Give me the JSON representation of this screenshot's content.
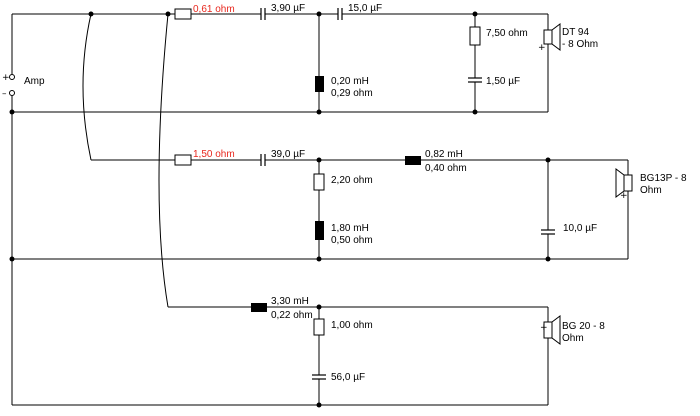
{
  "colors": {
    "wire": "#000000",
    "attenuator_label": "#e8281e",
    "inductor_fill": "#000000",
    "resistor_fill": "#ffffff"
  },
  "amp": {
    "label": "Amp",
    "plus": "+",
    "minus": "–"
  },
  "top_branch": {
    "series_resistor": "0,61 ohm",
    "series_cap_1": "3,90 µF",
    "series_cap_2": "15,0 µF",
    "shunt_inductor": [
      "0,20 mH",
      "0,29 ohm"
    ],
    "notch_resistor": "7,50 ohm",
    "notch_cap": "1,50 µF",
    "speaker": [
      "DT 94",
      "- 8 Ohm"
    ]
  },
  "mid_branch": {
    "series_resistor": "1,50 ohm",
    "series_cap": "39,0 µF",
    "series_inductor": [
      "0,82 mH",
      "0,40 ohm"
    ],
    "shunt_resistor": "2,20 ohm",
    "shunt_inductor": [
      "1,80 mH",
      "0,50 ohm"
    ],
    "shunt_cap": "10,0 µF",
    "speaker": [
      "BG13P - 8",
      "Ohm"
    ]
  },
  "bottom_branch": {
    "series_inductor": [
      "3,30 mH",
      "0,22 ohm"
    ],
    "shunt_resistor": "1,00 ohm",
    "shunt_cap": "56,0 µF",
    "speaker": [
      "BG 20 - 8",
      "Ohm"
    ]
  }
}
